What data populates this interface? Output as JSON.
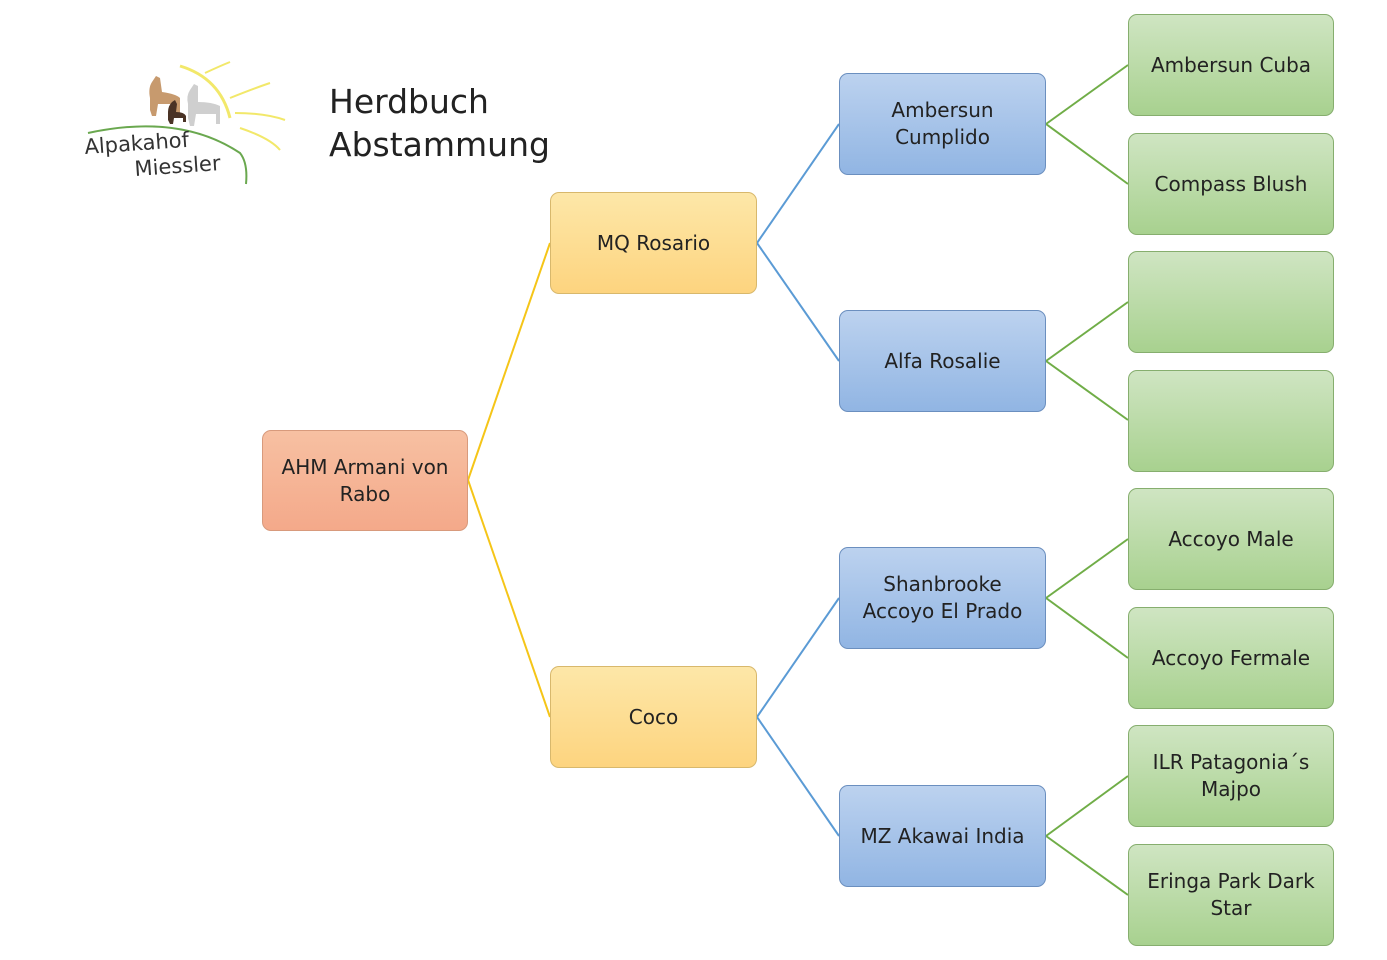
{
  "title": {
    "line1": "Herdbuch",
    "line2": "Abstammung"
  },
  "logo": {
    "text_line1": "Alpakahof",
    "text_line2": "Miessler"
  },
  "colors": {
    "root_line": "#f5c518",
    "grandparent_line": "#5b9bd5",
    "great_grandparent_line": "#70ad47"
  },
  "pedigree": {
    "animal": "AHM Armani von Rabo",
    "sire": "MQ Rosario",
    "dam": "Coco",
    "sire_sire": "Ambersun Cumplido",
    "sire_dam": "Alfa Rosalie",
    "dam_sire": "Shanbrooke Accoyo El Prado",
    "dam_dam": "MZ Akawai India",
    "ggp": [
      "Ambersun Cuba",
      "Compass Blush",
      "",
      "",
      "Accoyo Male",
      "Accoyo Fermale",
      "ILR Patagonia´s Majpo",
      "Eringa Park Dark Star"
    ]
  }
}
